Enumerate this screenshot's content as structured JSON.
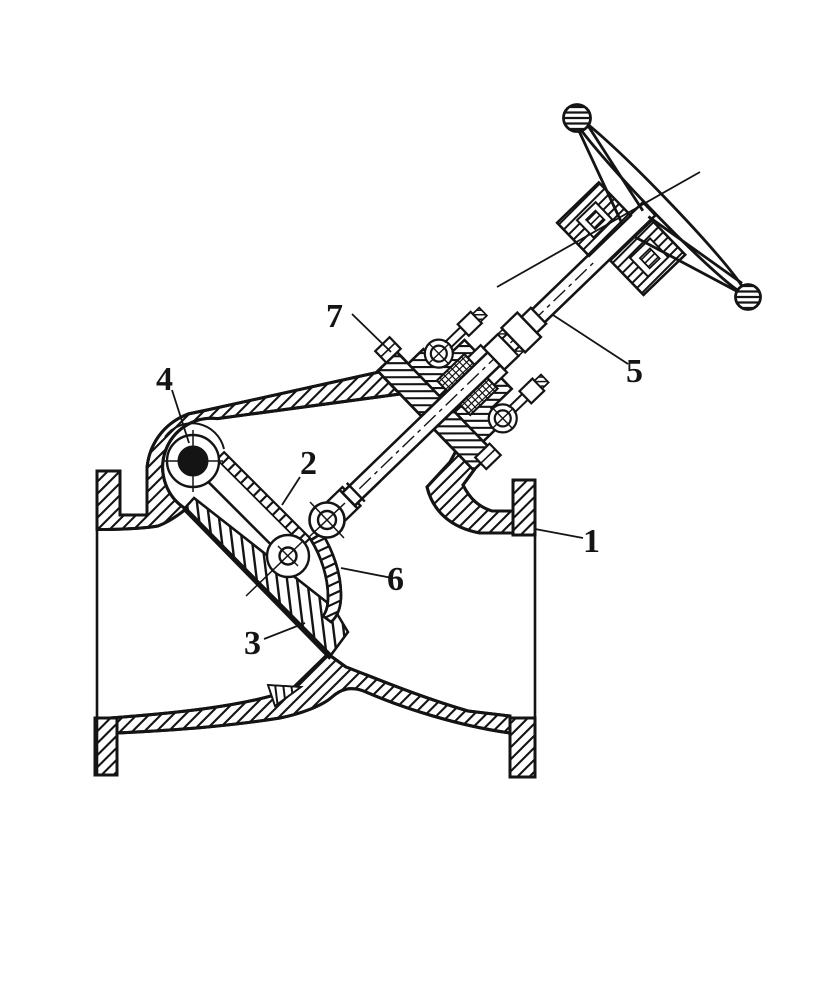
{
  "figure": {
    "kind": "technical-cross-section-drawing",
    "subject": "inclined-spindle valve with handwheel, sectioned body",
    "background_color": "#ffffff",
    "line_color": "#141414",
    "part_labels": [
      {
        "text": "1"
      },
      {
        "text": "2"
      },
      {
        "text": "3"
      },
      {
        "text": "4"
      },
      {
        "text": "5"
      },
      {
        "text": "6"
      },
      {
        "text": "7"
      }
    ]
  }
}
